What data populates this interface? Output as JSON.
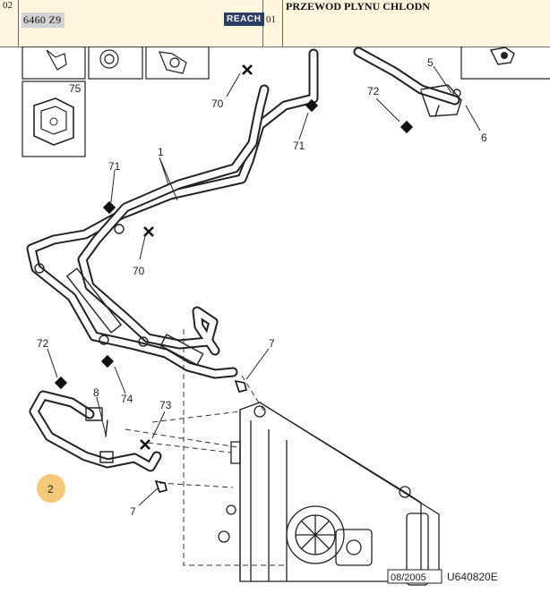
{
  "header": {
    "col1": "02",
    "part_code": "6460 Z9",
    "reach_badge": "REACH",
    "col3": "01",
    "title": "PRZEWOD PLYNU CHLODN"
  },
  "callouts": {
    "c1": "1",
    "c2": "2",
    "c5": "5",
    "c6": "6",
    "c7a": "7",
    "c7b": "7",
    "c8": "8",
    "c70a": "70",
    "c70b": "70",
    "c71a": "71",
    "c71b": "71",
    "c72a": "72",
    "c72b": "72",
    "c73": "73",
    "c74": "74",
    "c75": "75"
  },
  "footer": {
    "date_code": "08/2005",
    "ref_code": "U640820E"
  },
  "colors": {
    "header_bg": "#fff7dd",
    "reach_bg": "#2c3e66",
    "highlight": "#f5c97a"
  }
}
